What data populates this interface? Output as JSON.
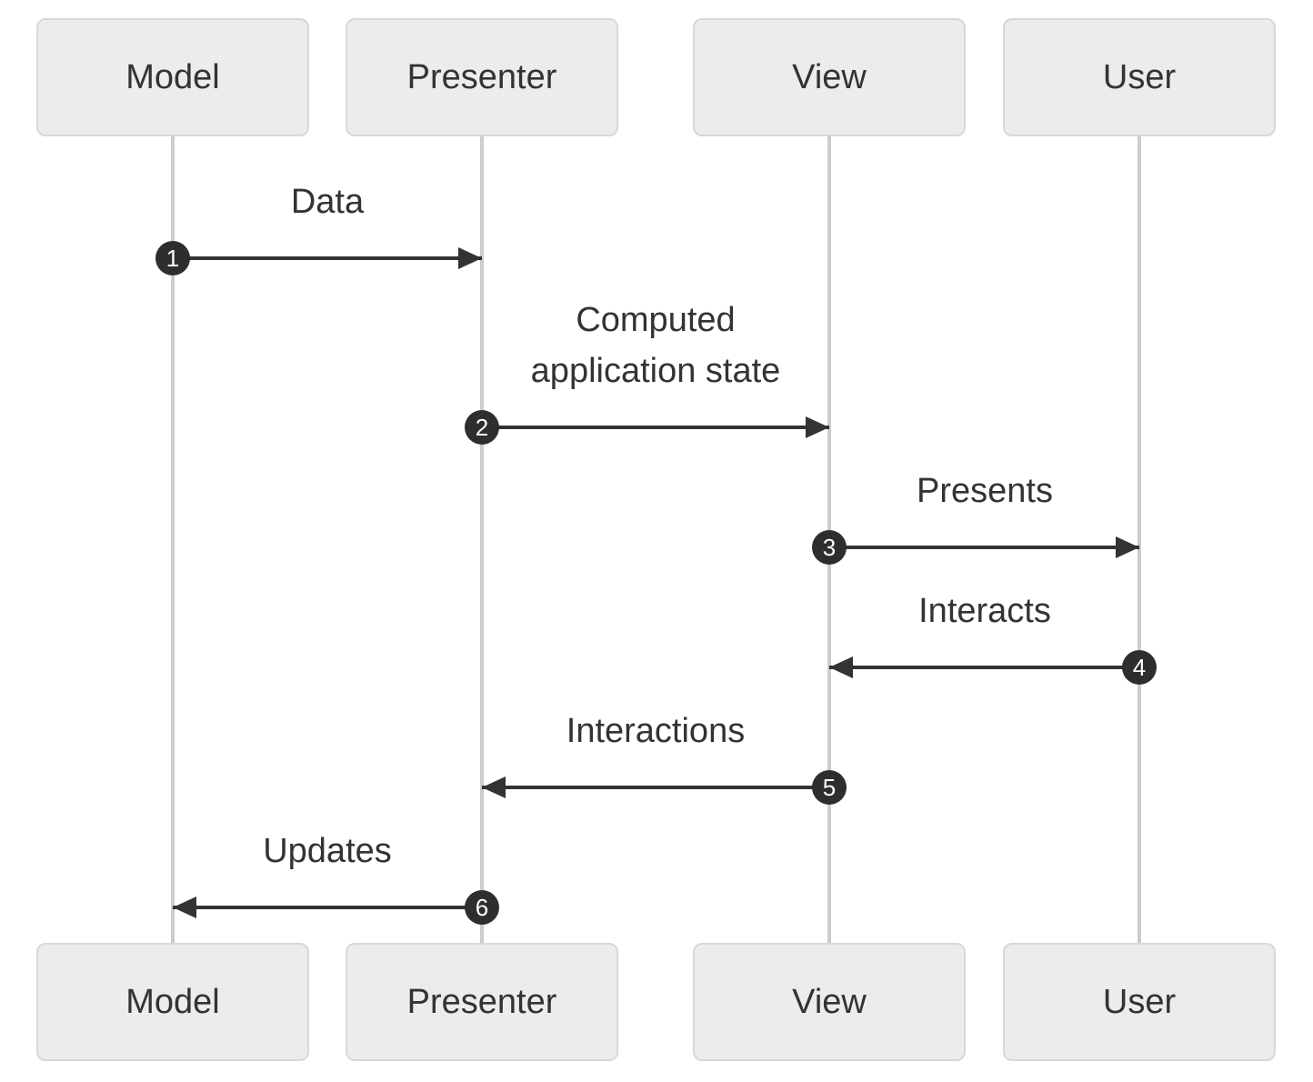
{
  "diagram_type": "sequence-diagram",
  "actors": [
    {
      "label": "Model"
    },
    {
      "label": "Presenter"
    },
    {
      "label": "View"
    },
    {
      "label": "User"
    }
  ],
  "messages": [
    {
      "number": "1",
      "label": "Data",
      "from": "Model",
      "to": "Presenter"
    },
    {
      "number": "2",
      "label": "Computed application state",
      "from": "Presenter",
      "to": "View"
    },
    {
      "number": "3",
      "label": "Presents",
      "from": "View",
      "to": "User"
    },
    {
      "number": "4",
      "label": "Interacts",
      "from": "User",
      "to": "View"
    },
    {
      "number": "5",
      "label": "Interactions",
      "from": "View",
      "to": "Presenter"
    },
    {
      "number": "6",
      "label": "Updates",
      "from": "Presenter",
      "to": "Model"
    }
  ],
  "colors": {
    "text": "#333333",
    "arrow": "#333333",
    "actor_fill": "#ececec",
    "actor_border": "#d8d8d8",
    "lifeline": "#cccccc",
    "number_fill": "#2e2e2e",
    "number_text": "#ffffff"
  }
}
